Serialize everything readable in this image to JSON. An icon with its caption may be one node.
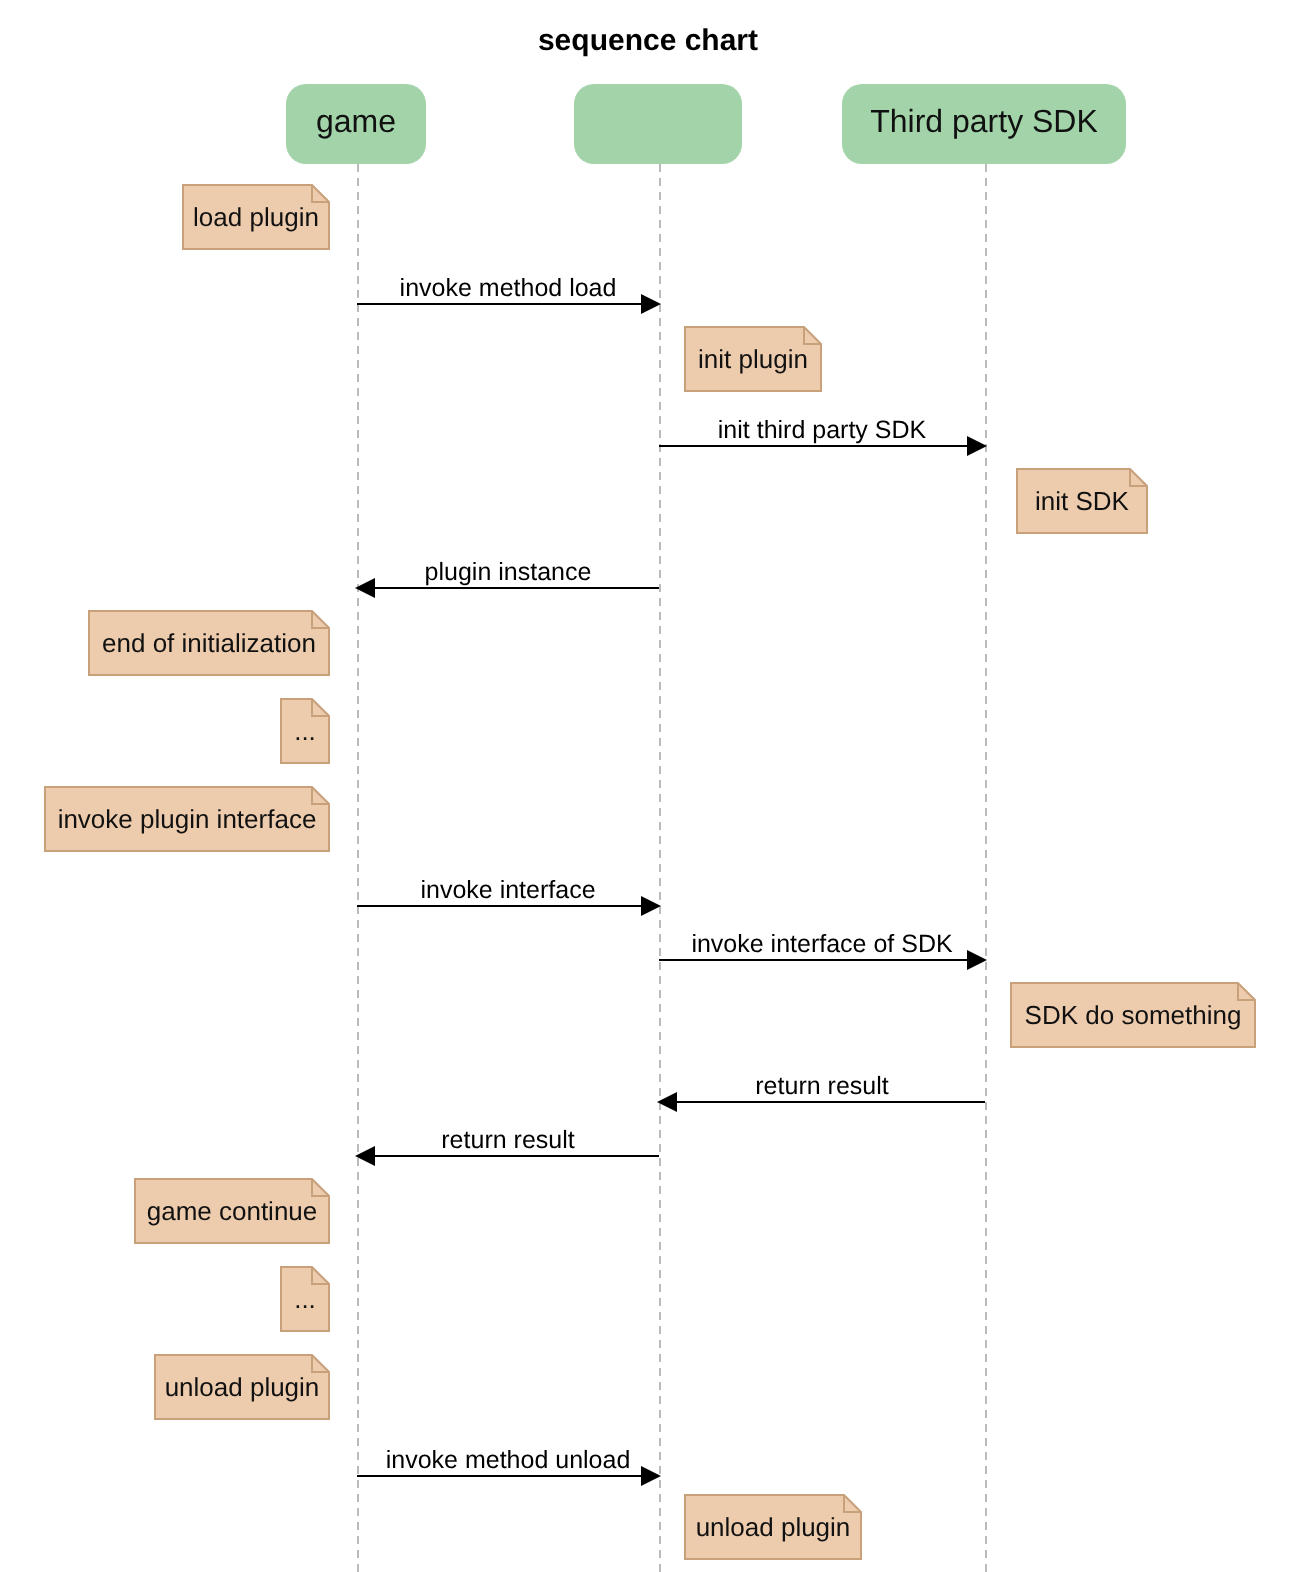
{
  "diagram": {
    "title": "sequence chart",
    "nodes": [
      {
        "text": [
          "game"
        ]
      },
      {
        "text": [],
        "shape": "box"
      },
      {
        "text": [
          "Third party SDK"
        ]
      },
      {
        "text": [
          "load plugin"
        ]
      },
      {
        "text": [
          "init plugin"
        ]
      },
      {
        "text": [
          "init SDK"
        ]
      },
      {
        "text": [
          "end of initialization"
        ]
      },
      {
        "text": [
          "..."
        ]
      },
      {
        "text": [
          "invoke plugin interface"
        ]
      },
      {
        "text": [
          "SDK do something"
        ]
      },
      {
        "text": [
          "game continue"
        ]
      },
      {
        "text": [
          "..."
        ]
      },
      {
        "text": [
          "unload plugin"
        ]
      },
      {
        "text": [
          "unload plugin"
        ]
      }
    ],
    "edges": [
      {
        "from": 0,
        "to": 1,
        "arrow": "to",
        "label": "invoke method load"
      },
      {
        "from": 1,
        "to": 2,
        "arrow": "to",
        "label": "init third party SDK"
      },
      {
        "from": 1,
        "to": 0,
        "arrow": "to",
        "label": "plugin instance"
      },
      {
        "from": 0,
        "to": 1,
        "arrow": "to",
        "label": "invoke interface"
      },
      {
        "from": 1,
        "to": 2,
        "arrow": "to",
        "label": "invoke interface of SDK"
      },
      {
        "from": 2,
        "to": 1,
        "arrow": "to",
        "label": "return result"
      },
      {
        "from": 1,
        "to": 0,
        "arrow": "to",
        "label": "return result"
      },
      {
        "from": 0,
        "to": 1,
        "arrow": "to",
        "label": "invoke method unload"
      }
    ]
  }
}
